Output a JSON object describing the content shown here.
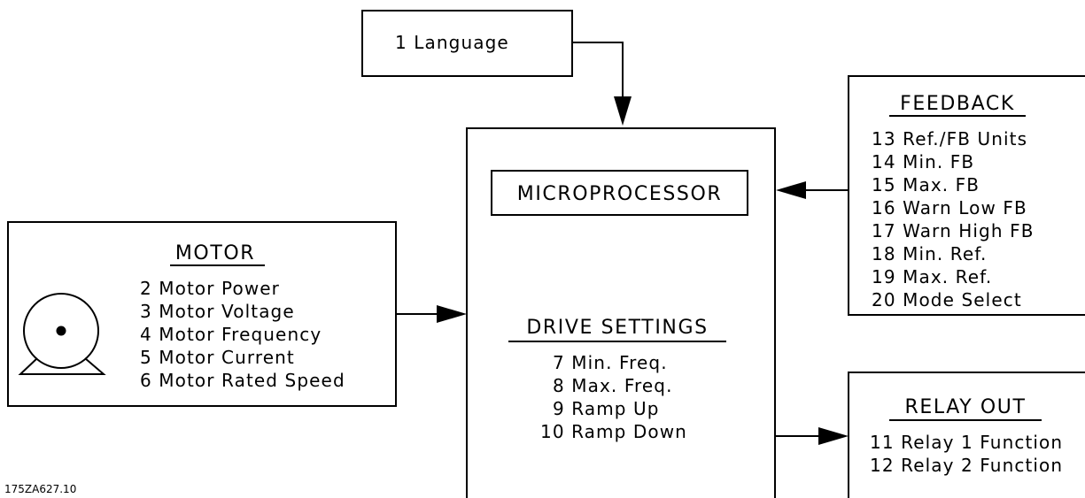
{
  "language_box": {
    "label": "1 Language"
  },
  "microprocessor": {
    "title": "MICROPROCESSOR",
    "drive_settings": {
      "title": "DRIVE SETTINGS",
      "items": [
        "7 Min. Freq.",
        "8 Max. Freq.",
        "9 Ramp Up",
        "10 Ramp Down"
      ]
    }
  },
  "motor": {
    "title": "MOTOR",
    "items": [
      "2 Motor Power",
      "3 Motor Voltage",
      "4 Motor Frequency",
      "5 Motor Current",
      "6 Motor Rated Speed"
    ]
  },
  "feedback": {
    "title": "FEEDBACK",
    "items": [
      "13 Ref./FB Units",
      "14 Min. FB",
      "15 Max. FB",
      "16 Warn Low FB",
      "17 Warn High FB",
      "18 Min. Ref.",
      "19 Max. Ref.",
      "20 Mode Select"
    ]
  },
  "relay_out": {
    "title": "RELAY OUT",
    "items": [
      "11 Relay 1 Function",
      "12 Relay 2 Function"
    ]
  },
  "drawing_number": "175ZA627.10"
}
